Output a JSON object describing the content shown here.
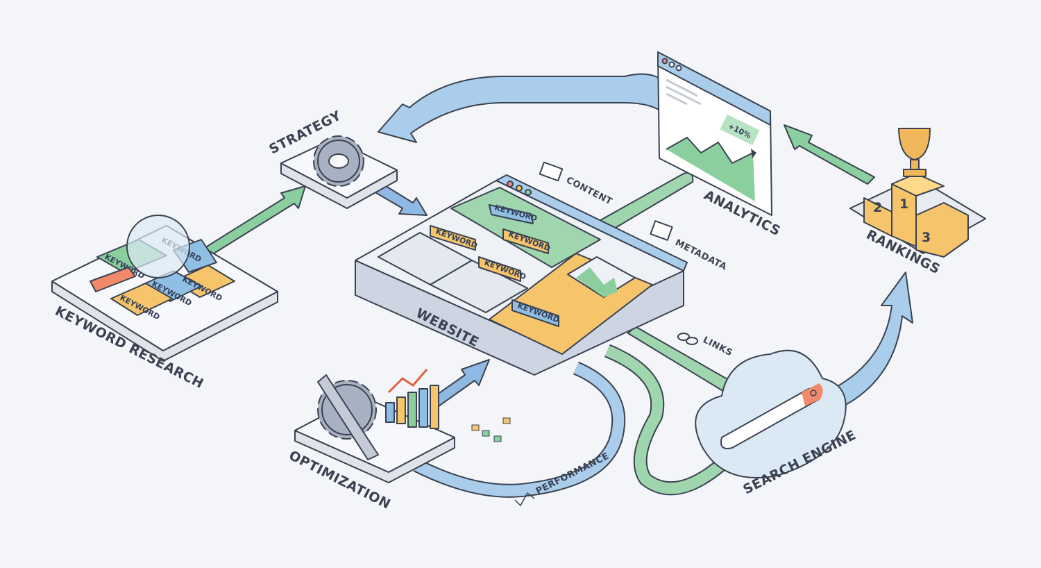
{
  "labels": {
    "strategy": "STRATEGY",
    "keyword_research": "KEYWORD RESEARCH",
    "website": "WEBSITE",
    "content": "CONTENT",
    "metadata": "METADATA",
    "analytics": "ANALYTICS",
    "rankings": "RANKINGS",
    "links": "LINKS",
    "search_engine": "SEARCH ENGINE",
    "optimization": "OPTIMIZATION",
    "performance": "PERFORMANCE"
  },
  "keyword_chip": "KEYWORD",
  "analytics_badge": "+10%",
  "podium": {
    "first": "1",
    "second": "2",
    "third": "3"
  },
  "colors": {
    "blue": "#8fc0e3",
    "green": "#8ccf9f",
    "orange": "#f5c46b",
    "background": "#f3f5f9",
    "outline": "#3a4150"
  }
}
